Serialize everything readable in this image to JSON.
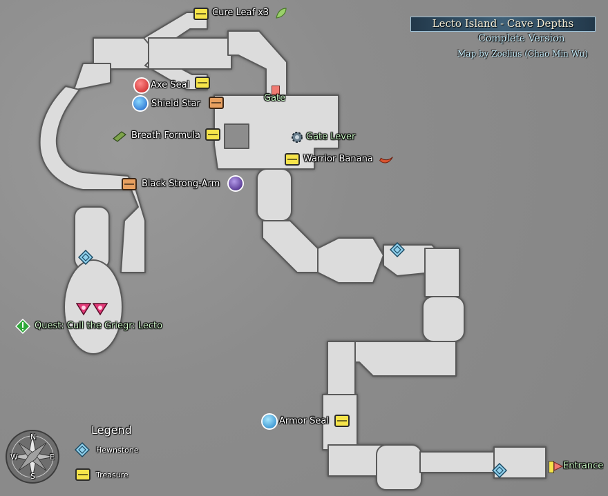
{
  "header": {
    "title": "Lecto Island - Cave Depths",
    "subtitle": "Complete Version",
    "credit": "Map by Zoelius (Chao Min Wu)"
  },
  "markers": {
    "cure_leaf": "Cure Leaf x3",
    "axe_seal": "Axe Seal",
    "shield_star": "Shield Star",
    "gate": "Gate",
    "breath_formula": "Breath Formula",
    "gate_lever": "Gate Lever",
    "warrior_banana": "Warrior Banana",
    "black_strong_arm": "Black Strong-Arm",
    "quest": "Quest: Cull the Griegr: Lecto",
    "armor_seal": "Armor Seal",
    "entrance": "Entrance"
  },
  "legend": {
    "title": "Legend",
    "items": [
      {
        "label": "Hewnstone",
        "icon": "hewnstone-icon"
      },
      {
        "label": "Treasure",
        "icon": "treasure-chest-icon"
      }
    ]
  },
  "compass": {
    "n": "N",
    "s": "S",
    "e": "E",
    "w": "W"
  },
  "colors": {
    "background": "#8d8d8d",
    "cave_floor": "#dcdcdc",
    "cave_outline": "#555555",
    "treasure_gold": "#f6e44a",
    "treasure_brown": "#e8a060",
    "hewnstone": "#8fd0ec",
    "quest_green": "#2fa83a",
    "gate_red": "#f07a72"
  }
}
